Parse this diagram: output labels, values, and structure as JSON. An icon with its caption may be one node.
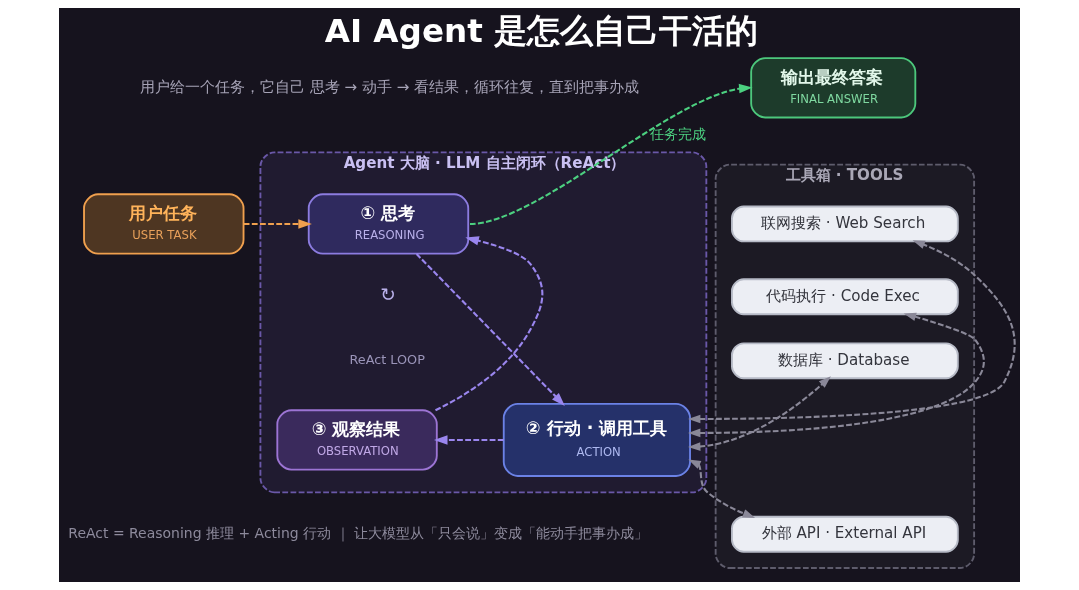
{
  "diagram": {
    "title": "AI Agent 是怎么自己干活的",
    "caption": "ReAct = Reasoning 推理 + Acting 行动 ｜ 让大模型从「只会说」变成「能动手把事办成」",
    "nodes": [
      {
        "text": [
          "Agent 大脑 · LLM 自主闭环（ReAct）"
        ]
      },
      {
        "text": [
          "① 思考",
          "REASONING"
        ],
        "in": 0
      },
      {
        "text": [
          "② 行动 · 调用工具",
          "ACTION"
        ],
        "in": 0
      },
      {
        "text": [
          "③ 观察结果",
          "OBSERVATION"
        ],
        "in": 0
      },
      {
        "text": [
          "用户任务",
          "USER TASK"
        ]
      },
      {
        "text": [
          "输出最终答案",
          "FINAL ANSWER"
        ]
      },
      {
        "text": [
          "工具箱 · TOOLS"
        ]
      },
      {
        "text": [
          "联网搜索 · Web Search"
        ],
        "in": 6
      },
      {
        "text": [
          "代码执行 · Code Exec"
        ],
        "in": 6
      },
      {
        "text": [
          "数据库 · Database"
        ],
        "in": 6
      },
      {
        "text": [
          "外部 API · External API"
        ],
        "in": 6
      }
    ],
    "edges": [
      {
        "from": 4,
        "to": 1,
        "arrow": "to",
        "style": "dashed",
        "color": "#f0a04e"
      },
      {
        "from": 1,
        "to": 5,
        "arrow": "to",
        "label": "任务完成",
        "style": "dashed",
        "color": "#4cd080"
      },
      {
        "from": 1,
        "to": 2,
        "arrow": "to",
        "style": "dashed",
        "color": "#9a86ee"
      },
      {
        "from": 2,
        "to": 3,
        "arrow": "to",
        "style": "dashed",
        "color": "#9a86ee"
      },
      {
        "from": 3,
        "to": 1,
        "arrow": "to",
        "style": "dashed",
        "color": "#9a86ee"
      },
      {
        "from": 2,
        "to": 7,
        "arrow": "both",
        "style": "dashed"
      },
      {
        "from": 2,
        "to": 8,
        "arrow": "both",
        "style": "dashed"
      },
      {
        "from": 2,
        "to": 9,
        "arrow": "both",
        "style": "dashed"
      },
      {
        "from": 2,
        "to": 10,
        "arrow": "both",
        "style": "dashed"
      }
    ],
    "labels": [
      "用户给一个任务，它自己 思考 → 动手 → 看结果，循环往复，直到把事办成",
      "↻",
      "ReAct LOOP"
    ]
  }
}
